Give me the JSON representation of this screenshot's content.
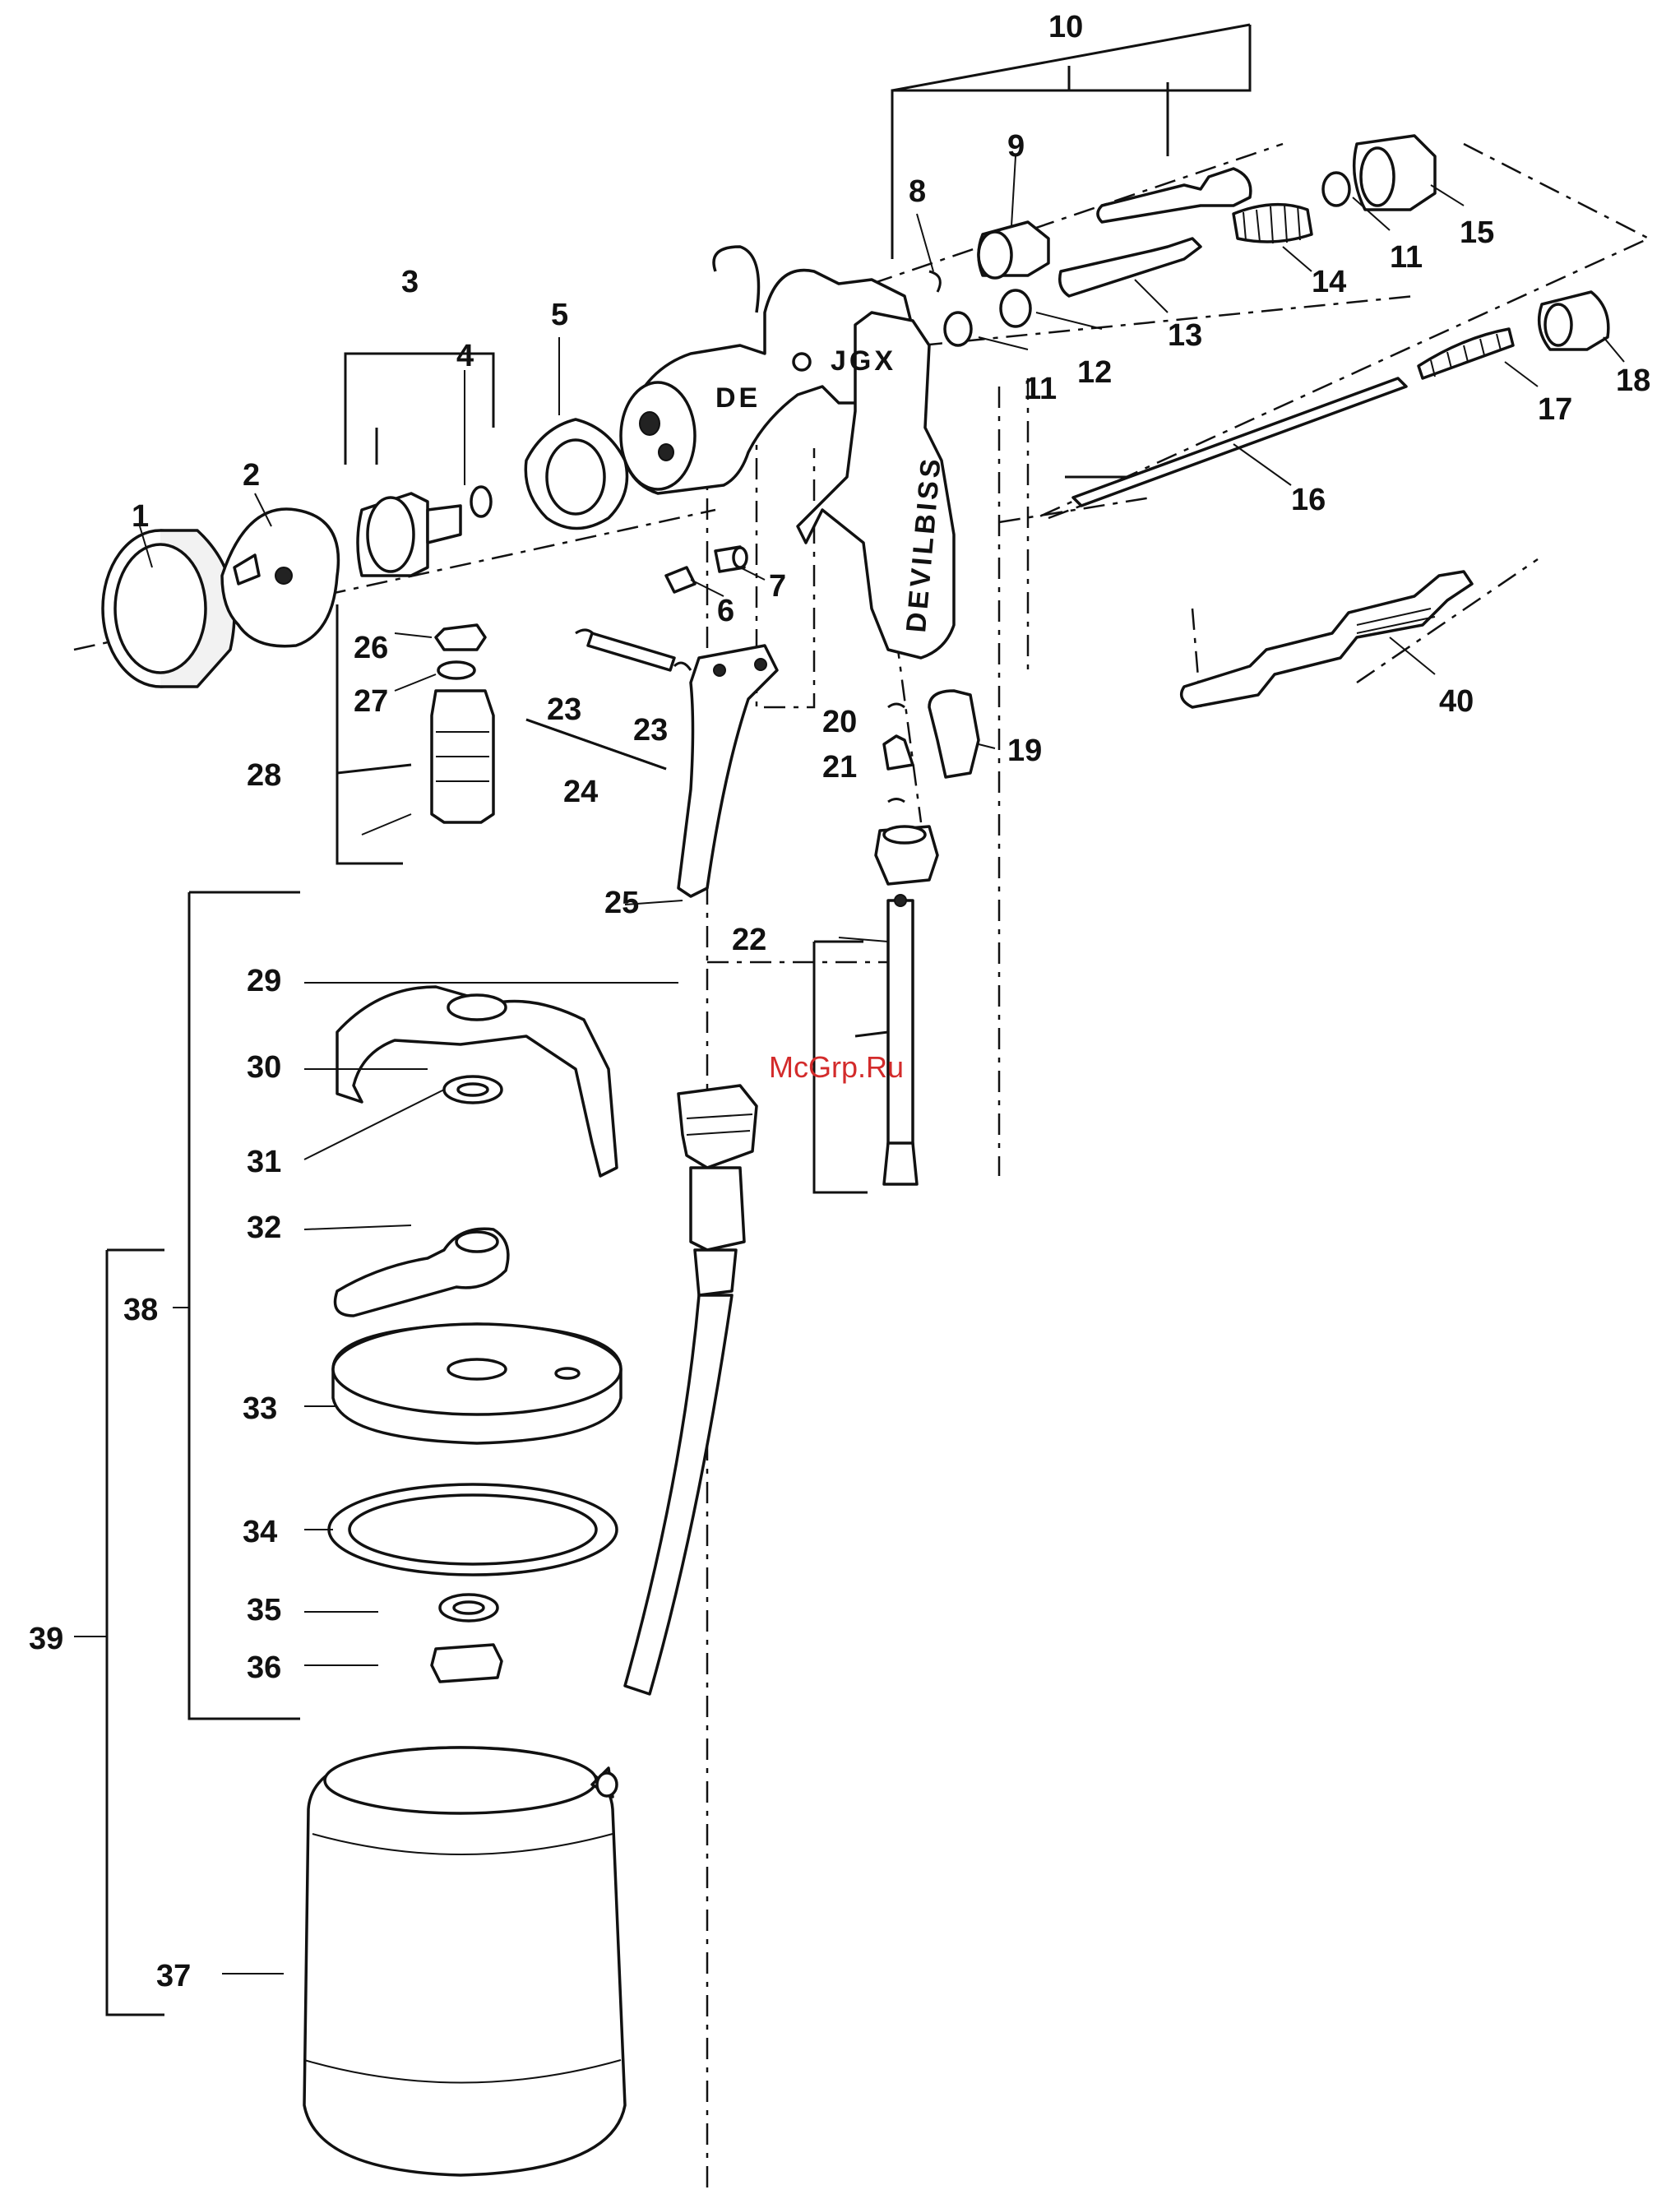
{
  "watermark": "McGrp.Ru",
  "gun_markings": {
    "brand": "DEVILBISS",
    "model": "JGX",
    "body_mark": "DE"
  },
  "labels": {
    "l1": "1",
    "l2": "2",
    "l3": "3",
    "l4": "4",
    "l5": "5",
    "l6": "6",
    "l7": "7",
    "l8a": "8",
    "l8b": "8",
    "l9a": "9",
    "l9b": "9",
    "l10": "10",
    "l11a": "11",
    "l11b": "11",
    "l12": "12",
    "l13": "13",
    "l14": "14",
    "l15": "15",
    "l16": "16",
    "l17": "17",
    "l18": "18",
    "l19": "19",
    "l20": "20",
    "l21": "21",
    "l22": "22",
    "l23a": "23",
    "l23b": "23",
    "l24": "24",
    "l25": "25",
    "l26": "26",
    "l27": "27",
    "l28": "28",
    "l29": "29",
    "l30": "30",
    "l31": "31",
    "l32": "32",
    "l33": "33",
    "l34": "34",
    "l35": "35",
    "l36": "36",
    "l37": "37",
    "l38": "38",
    "l39": "39",
    "l40": "40"
  }
}
